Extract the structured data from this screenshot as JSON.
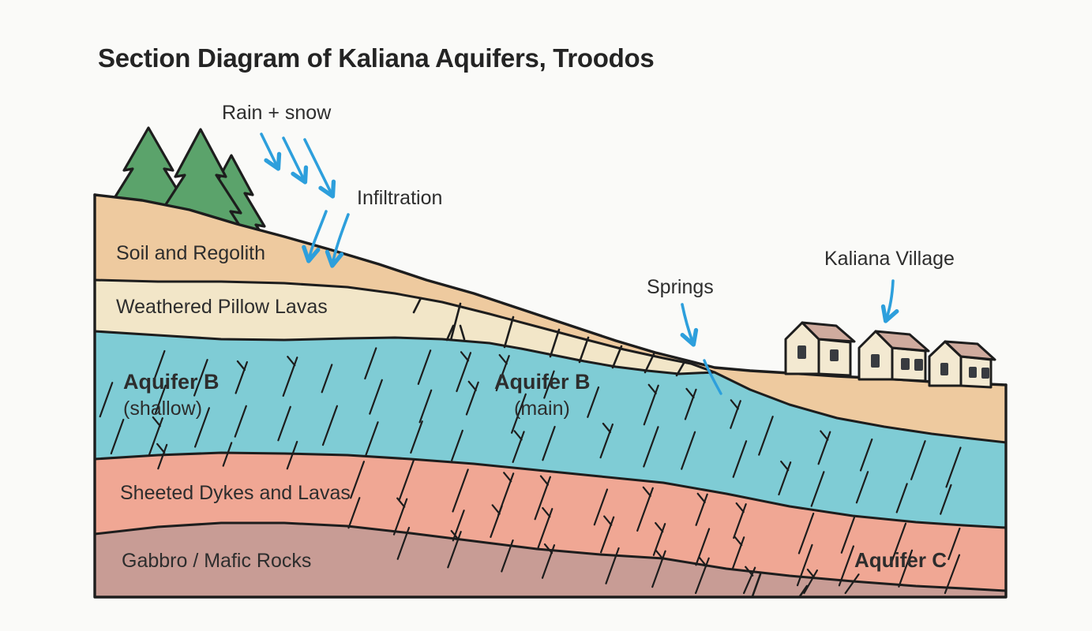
{
  "title": "Section Diagram of Kaliana Aquifers, Troodos",
  "annotations": {
    "rain_snow": "Rain + snow",
    "infiltration": "Infiltration",
    "springs": "Springs",
    "village": "Kaliana Village"
  },
  "layers": {
    "soil": "Soil and Regolith",
    "weathered": "Weathered Pillow Lavas",
    "aquifer_b_shallow": "Aquifer B",
    "aquifer_b_shallow_qualifier": "(shallow)",
    "aquifer_b_main": "Aquifer B",
    "aquifer_b_main_qualifier": "(main)",
    "sheeted": "Sheeted Dykes and Lavas",
    "gabbro": "Gabbro / Mafic Rocks",
    "aquifer_c": "Aquifer C"
  },
  "icons": {
    "trees": "pine-tree-icon",
    "houses": "house-icon",
    "arrows": "blue-arrow-icon",
    "spring_flow": "water-stream-icon"
  },
  "colors": {
    "background": "#fafaf8",
    "outline": "#1d1d1d",
    "text": "#2d2d2d",
    "soil_tan": "#eeca9f",
    "weathered_cream": "#f2e6c8",
    "aquifer_blue": "#7fccd5",
    "sheeted_salmon": "#f0a794",
    "gabbro_mauve": "#c89c95",
    "tree_green": "#5ba36b",
    "roof_pink": "#cfab9e",
    "house_wall": "#f3e9d1",
    "window_dark": "#383b40",
    "arrow_blue": "#2d9fdc"
  }
}
